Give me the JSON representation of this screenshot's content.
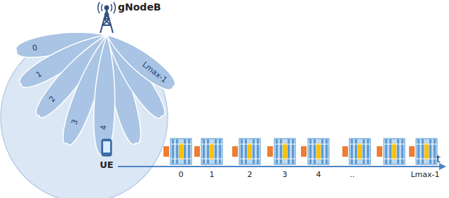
{
  "diagram": {
    "nodes": [
      {
        "text": [
          "0"
        ]
      },
      {
        "text": [
          "1"
        ]
      },
      {
        "text": [
          "2"
        ]
      },
      {
        "text": [
          "3"
        ]
      },
      {
        "text": [
          "4"
        ]
      },
      {
        "text": [
          "Lmax-1"
        ]
      }
    ],
    "labels": [
      "gNodeB",
      "UE",
      "0",
      "1",
      "2",
      "3",
      "4",
      "..",
      "Lmax-1",
      "t"
    ]
  }
}
